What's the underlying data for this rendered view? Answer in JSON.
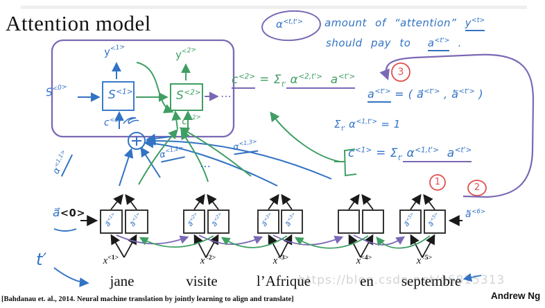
{
  "colors": {
    "blue": "#3273c4",
    "green": "#3f9e63",
    "purple": "#7b68b5",
    "red": "#e0504e",
    "black": "#1a1a1a",
    "watermark_gray": "#c9cdd1"
  },
  "title": "Attention model",
  "note": {
    "badge": [
      {
        "t": "α",
        "sup": "<t,t'>"
      }
    ],
    "line1": [
      {
        "t": "amount of “attention” "
      },
      {
        "t": "y",
        "sup": "<t>",
        "u": "blue"
      }
    ],
    "line2": [
      {
        "t": "should pay to  "
      },
      {
        "t": "a",
        "sup": "<t'>",
        "u": "blue"
      },
      {
        "t": " ."
      }
    ]
  },
  "equations": {
    "c2": [
      {
        "t": "c",
        "sup": "<2>",
        "u": "purple"
      },
      {
        "t": " = "
      },
      {
        "t": "Σ",
        "sub": "t'"
      },
      {
        "t": " α",
        "sup": "<2,t'>",
        "u": "purple"
      },
      {
        "t": "  a",
        "sup": "<t'>",
        "u": "purple"
      }
    ],
    "a_concat": [
      {
        "t": "a",
        "sup": "<t'>",
        "u": "blue"
      },
      {
        "t": " = ( "
      },
      {
        "t": "a⃗",
        "sup": "<t'>"
      },
      {
        "t": " , "
      },
      {
        "t": "a⃖",
        "sup": "<t'>"
      },
      {
        "t": " )"
      }
    ],
    "alpha_sum": [
      {
        "t": "Σ",
        "sub": "t'"
      },
      {
        "t": " α",
        "sup": "<1,t'>"
      },
      {
        "t": " = 1"
      }
    ],
    "c1": [
      {
        "t": "c",
        "sup": "<1>"
      },
      {
        "t": " = "
      },
      {
        "t": "Σ",
        "sub": "t'"
      },
      {
        "t": " α",
        "sup": "<1,t'>",
        "u": "purple"
      },
      {
        "t": "  a",
        "sup": "<t'>",
        "u": "purple"
      }
    ],
    "badge_1": "1",
    "badge_2": "2",
    "badge_3": "3"
  },
  "decoder": {
    "s0": [
      {
        "t": "S",
        "sup": "<0>"
      }
    ],
    "s1": [
      {
        "t": "S",
        "sup": "<1>"
      }
    ],
    "s2": [
      {
        "t": "S",
        "sup": "<2>"
      }
    ],
    "y1": [
      {
        "t": "y",
        "sup": "<1>"
      }
    ],
    "y2": [
      {
        "t": "y",
        "sup": "<2>"
      }
    ],
    "c1": [
      {
        "t": "c",
        "sup": "<1>"
      }
    ],
    "c2": [
      {
        "t": "c",
        "sup": "<2>"
      }
    ],
    "ellipsis": "⋯",
    "alpha_11": [
      {
        "t": "α",
        "sup": "<1,1>",
        "u": "blue"
      }
    ],
    "alpha_12": [
      {
        "t": "α",
        "sup": "<1,2>",
        "u": "blue"
      }
    ],
    "alpha_13": [
      {
        "t": "α",
        "sup": "<1,3>",
        "u": "blue"
      }
    ],
    "ellipsis_blue": "…"
  },
  "encoder": {
    "a0": [
      {
        "t": "a⃗",
        "c": "blue"
      },
      {
        "t": "<0>",
        "c": "black"
      }
    ],
    "a6": [
      {
        "t": "a⃖",
        "sup": "<6>"
      }
    ],
    "t_prime": "t′",
    "units": [
      {
        "fwd": [
          {
            "t": "a⃗",
            "sup": "<1>"
          }
        ],
        "bwd": [
          {
            "t": "a⃖",
            "sup": "<1>"
          }
        ],
        "x": [
          {
            "t": "x",
            "sup": "<1>"
          }
        ],
        "word": "jane"
      },
      {
        "fwd": [
          {
            "t": "a⃗",
            "sup": "<2>"
          }
        ],
        "bwd": [
          {
            "t": "a⃖",
            "sup": "<2>"
          }
        ],
        "x": [
          {
            "t": "x",
            "sup": "<2>"
          }
        ],
        "word": "visite"
      },
      {
        "fwd": [
          {
            "t": "a⃗",
            "sup": "<3>"
          }
        ],
        "bwd": [
          {
            "t": "a⃖",
            "sup": "<3>"
          }
        ],
        "x": [
          {
            "t": "x",
            "sup": "<3>"
          }
        ],
        "word": "l’Afrique"
      },
      {
        "fwd": [],
        "bwd": [],
        "x": [
          {
            "t": "x",
            "sup": "<4>"
          }
        ],
        "word": "en"
      },
      {
        "fwd": [
          {
            "t": "a⃗",
            "sup": "<5>"
          }
        ],
        "bwd": [
          {
            "t": "a⃖",
            "sup": "<5>"
          }
        ],
        "x": [
          {
            "t": "x",
            "sup": "<5>"
          }
        ],
        "word": "septembre"
      }
    ]
  },
  "footer": {
    "citation": "[Bahdanau et. al., 2014. Neural machine translation by jointly learning to align and translate]",
    "credit": "Andrew Ng",
    "watermark": "https://blog.csdn.net/g6815313"
  }
}
